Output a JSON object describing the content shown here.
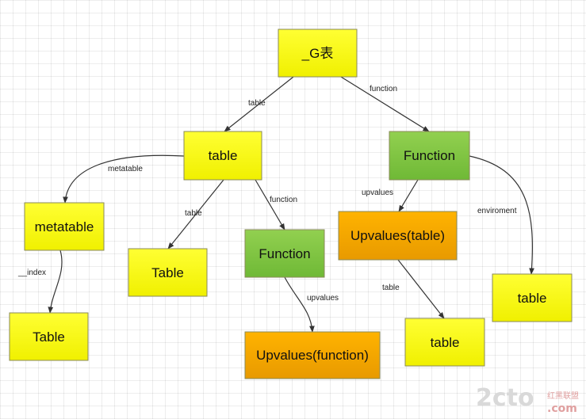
{
  "colors": {
    "yellow": "#ffff00",
    "green": "#7dc243",
    "orange": "#f3a300",
    "edge": "#333333"
  },
  "nodes": {
    "g_table": {
      "label": "_G表",
      "color": "yellow"
    },
    "table_main": {
      "label": "table",
      "color": "yellow"
    },
    "function_main": {
      "label": "Function",
      "color": "green"
    },
    "metatable": {
      "label": "metatable",
      "color": "yellow"
    },
    "table_mid": {
      "label": "Table",
      "color": "yellow"
    },
    "function_mid": {
      "label": "Function",
      "color": "green"
    },
    "upvalues_table": {
      "label": "Upvalues(table)",
      "color": "orange"
    },
    "table_env": {
      "label": "table",
      "color": "yellow"
    },
    "table_index": {
      "label": "Table",
      "color": "yellow"
    },
    "upvalues_function": {
      "label": "Upvalues(function)",
      "color": "orange"
    },
    "table_upv": {
      "label": "table",
      "color": "yellow"
    }
  },
  "edges": {
    "g_to_table": {
      "label": "table"
    },
    "g_to_function": {
      "label": "function"
    },
    "table_to_metatable": {
      "label": "metatable"
    },
    "table_to_table": {
      "label": "table"
    },
    "table_to_function": {
      "label": "function"
    },
    "metatable_to_table": {
      "label": "__index"
    },
    "function_to_upvalues": {
      "label": "upvalues"
    },
    "function_to_env": {
      "label": "enviroment"
    },
    "midfunction_to_upvalues": {
      "label": "upvalues"
    },
    "upvalues_to_table": {
      "label": "table"
    }
  },
  "watermark": {
    "main": "2cto",
    "sub": "红黑联盟",
    "domain": ".com"
  }
}
